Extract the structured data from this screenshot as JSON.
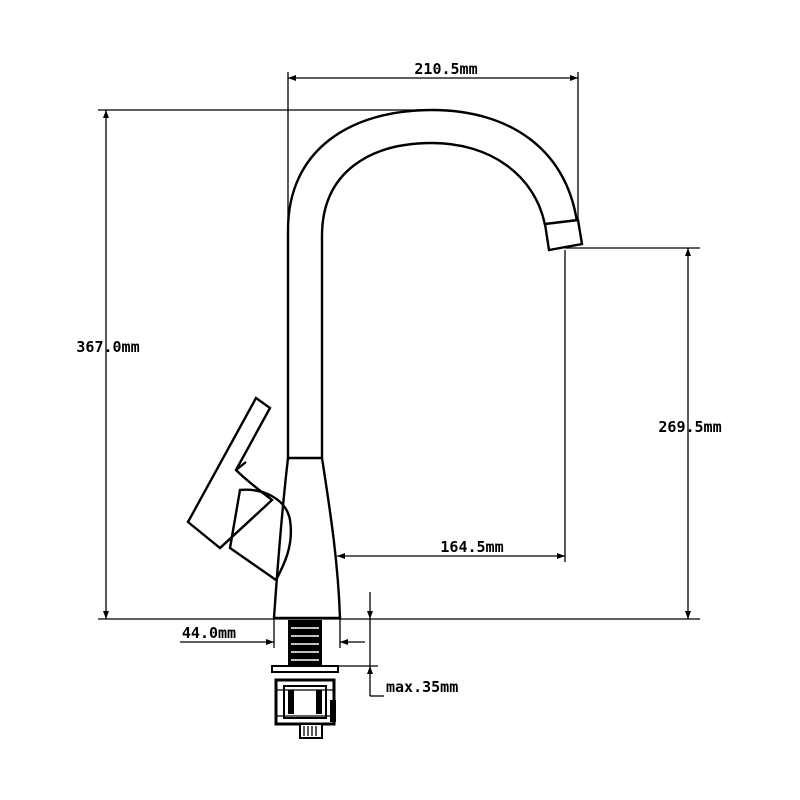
{
  "dimensions": {
    "top_width": "210.5mm",
    "total_height": "367.0mm",
    "spout_height": "269.5mm",
    "spout_reach": "164.5mm",
    "base_diameter": "44.0mm",
    "max_thickness": "max.35mm"
  },
  "colors": {
    "line": "#000000",
    "background": "#ffffff"
  }
}
